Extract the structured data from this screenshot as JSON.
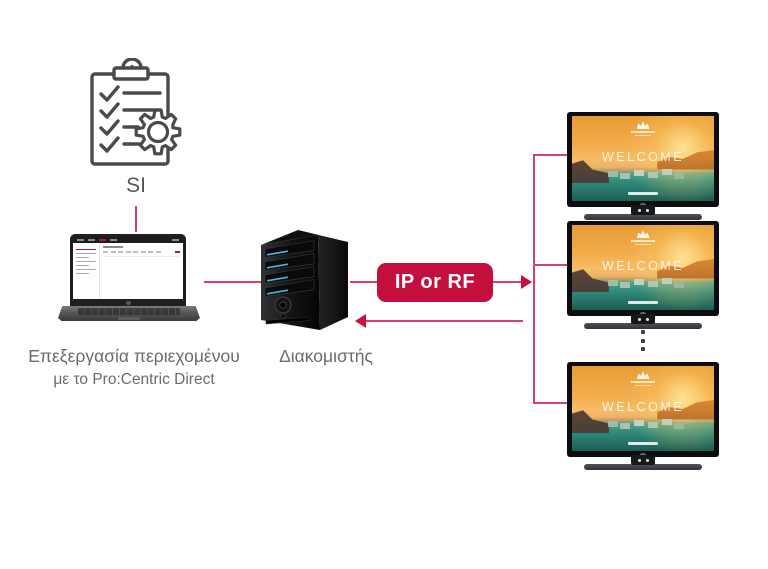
{
  "labels": {
    "si": "SI",
    "laptop_caption_line1": "Επεξεργασία περιεχομένου",
    "laptop_caption_line2": "με το Pro:Centric Direct",
    "server_caption": "Διακομιστής",
    "badge": "IP or RF"
  },
  "tv": {
    "welcome": "WELCOME"
  },
  "icons": {
    "clipboard_gear": "clipboard-with-checklist-and-gear",
    "laptop": "laptop-with-editor-ui",
    "server": "server-tower",
    "tv": "hotel-tv-welcome-screen",
    "arrow_right": "arrow-right",
    "arrow_left": "arrow-left",
    "ellipsis": "vertical-ellipsis"
  },
  "colors": {
    "badge_red": "#c30e3e",
    "line_pink": "#d6406a",
    "arrow_red": "#c8103c",
    "icon_outline": "#4a4a4a",
    "caption_gray": "#6b6b6b",
    "tv_sky_orange": "#f2ad4e",
    "tv_sea_teal": "#2f8a7a",
    "server_led_cyan": "#49b8d8"
  }
}
